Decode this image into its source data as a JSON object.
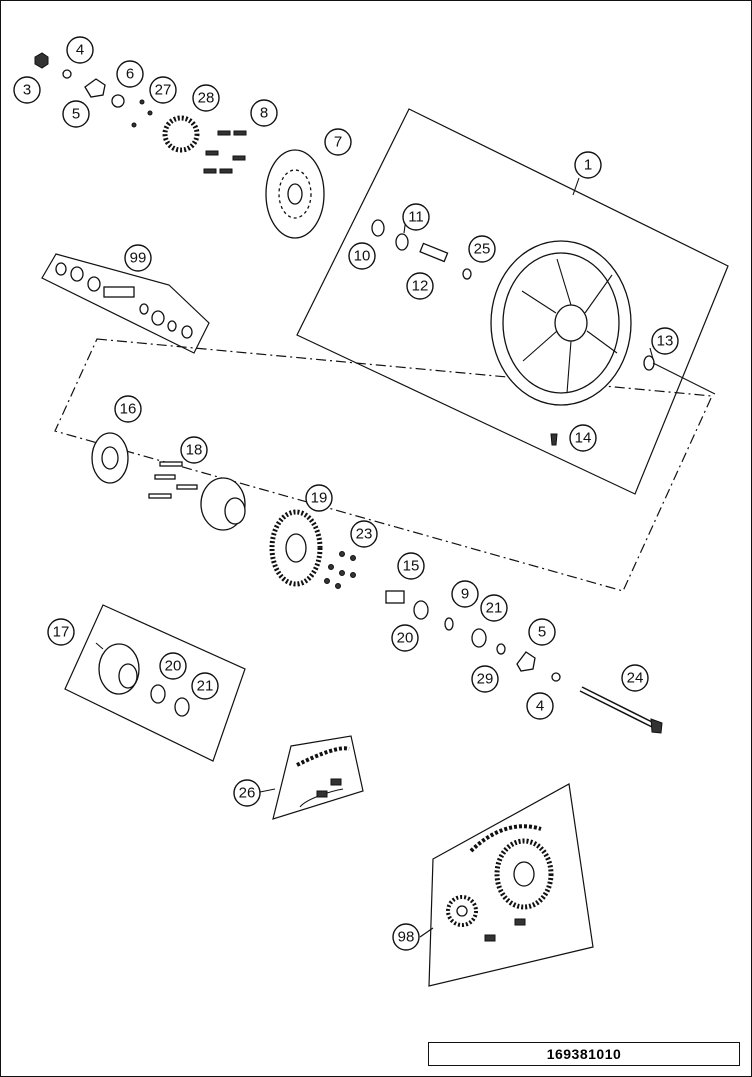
{
  "diagram": {
    "id": "169381010",
    "callouts": [
      "1",
      "3",
      "4",
      "4",
      "5",
      "5",
      "6",
      "7",
      "8",
      "9",
      "10",
      "11",
      "12",
      "13",
      "14",
      "15",
      "16",
      "17",
      "18",
      "19",
      "20",
      "20",
      "21",
      "21",
      "23",
      "24",
      "25",
      "26",
      "27",
      "28",
      "29",
      "98",
      "99"
    ]
  }
}
